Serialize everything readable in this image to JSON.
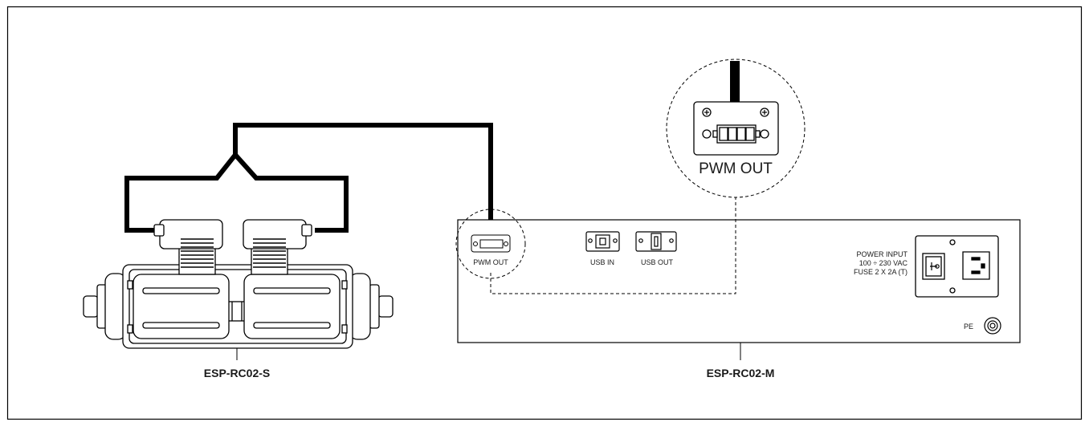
{
  "diagram": {
    "valve_label": "ESP-RC02-S",
    "controller_label": "ESP-RC02-M",
    "pwm_out_small": "PWM OUT",
    "pwm_out_zoom": "PWM OUT",
    "usb_in": "USB IN",
    "usb_out": "USB OUT",
    "power_line1": "POWER INPUT",
    "power_line2": "100 ÷ 230 VAC",
    "power_line3": "FUSE 2 X 2A (T)",
    "pe": "PE"
  }
}
